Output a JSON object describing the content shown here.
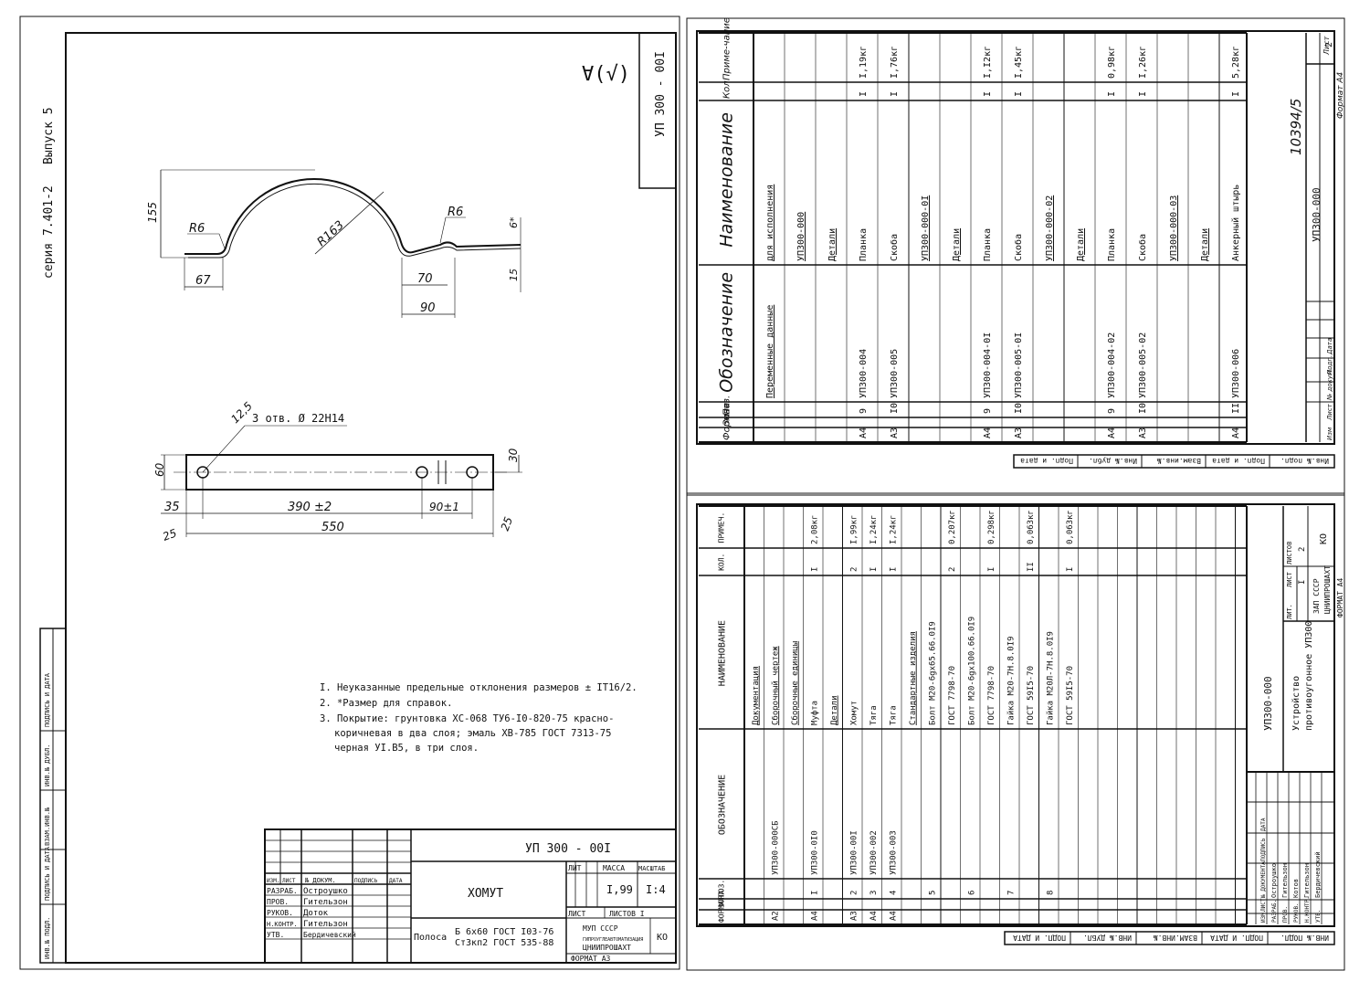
{
  "left_sheet": {
    "series": "серия 7.401-2",
    "issue": "Выпуск 5",
    "code_vertical": "УП 300 - 00I",
    "roughness_mark": "∀(√)",
    "top_view_dims": {
      "height": "155",
      "radius_left": "R6",
      "radius_big": "R163",
      "radius_right": "R6",
      "width_left": "67",
      "width_flange": "70",
      "width_90": "90",
      "gap_6": "6*",
      "gap_15": "15"
    },
    "plan_view_dims": {
      "holes_note": "3 отв. Ø 22H14",
      "offset_12_5": "12,5",
      "height_60": "60",
      "height_30": "30",
      "len_35": "35",
      "len_390": "390 ±2",
      "len_90": "90±1",
      "len_550": "550",
      "slant_25_left": "25",
      "slant_25_right": "25"
    },
    "notes": [
      "I. Неуказанные предельные отклонения размеров ± IT16/2.",
      "2. *Размер для справок.",
      "3. Покрытие: грунтовка ХС-068 ТУ6-I0-820-75 красно-",
      "коричневая в два слоя; эмаль ХВ-785 ГОСТ 7313-75",
      "черная УI.В5, в три слоя."
    ],
    "side_strip_labels": [
      "ИНВ.№ ПОДЛ.",
      "ПОДПИСЬ И ДАТА",
      "ВЗАМ.ИНВ.№",
      "ИНВ.№ ДУБЛ.",
      "ПОДПИСЬ И ДАТА"
    ],
    "title_block": {
      "designation": "УП 300 - 00I",
      "name": "ХОМУТ",
      "header_lit": "ЛИТ",
      "header_mass": "МАССА",
      "header_scale": "МАСШТАБ",
      "mass": "I,99",
      "scale": "I:4",
      "header_row": [
        "ИЗМ.",
        "ЛИСТ",
        "№ ДОКУМ.",
        "ПОДПИСЬ",
        "ДАТА"
      ],
      "roles": [
        "РАЗРАБ.",
        "ПРОВ.",
        "РУКОВ.",
        "Н.КОНТР.",
        "УТВ."
      ],
      "people": [
        "Остроушко",
        "Гительзон",
        "Доток",
        "Гительзон",
        "Бердичевский"
      ],
      "sheet_label": "ЛИСТ",
      "sheets_label": "ЛИСТОВ I",
      "material_1": "Полоса",
      "material_2": "Б 6х60 ГОСТ I03-76",
      "material_3": "Ст3кп2 ГОСТ 535-88",
      "org_1": "МУП СССР",
      "org_2": "ГИПРОУГЛЕАВТОМАТИЗАЦИЯ",
      "org_3": "ЦНИИПРОШАХТ",
      "copied": "КО",
      "format": "ФОРМАТ А3"
    }
  },
  "spec_top": {
    "headers": {
      "format": "Формат",
      "zone": "Зона",
      "pos": "Поз.",
      "designation": "Обозначение",
      "name": "Наименование",
      "qty": "Кол.",
      "note": "Приме-чание"
    },
    "rows": [
      {
        "fmt": "",
        "pos": "",
        "des": "Переменные данные",
        "name": "для исполнения",
        "qty": "",
        "note": ""
      },
      {
        "fmt": "",
        "pos": "",
        "des": "",
        "name": "УП300-000",
        "qty": "",
        "note": ""
      },
      {
        "fmt": "",
        "pos": "",
        "des": "",
        "name": "Детали",
        "qty": "",
        "note": ""
      },
      {
        "fmt": "A4",
        "pos": "9",
        "des": "УП300-004",
        "name": "Планка",
        "qty": "I",
        "note": "I,19кг"
      },
      {
        "fmt": "A3",
        "pos": "I0",
        "des": "УП300-005",
        "name": "Скоба",
        "qty": "I",
        "note": "I,76кг"
      },
      {
        "fmt": "",
        "pos": "",
        "des": "",
        "name": "УП300-000-0I",
        "qty": "",
        "note": ""
      },
      {
        "fmt": "",
        "pos": "",
        "des": "",
        "name": "Детали",
        "qty": "",
        "note": ""
      },
      {
        "fmt": "A4",
        "pos": "9",
        "des": "УП300-004-0I",
        "name": "Планка",
        "qty": "I",
        "note": "I,I2кг"
      },
      {
        "fmt": "A3",
        "pos": "I0",
        "des": "УП300-005-0I",
        "name": "Скоба",
        "qty": "I",
        "note": "I,45кг"
      },
      {
        "fmt": "",
        "pos": "",
        "des": "",
        "name": "УП300-000-02",
        "qty": "",
        "note": ""
      },
      {
        "fmt": "",
        "pos": "",
        "des": "",
        "name": "Детали",
        "qty": "",
        "note": ""
      },
      {
        "fmt": "A4",
        "pos": "9",
        "des": "УП300-004-02",
        "name": "Планка",
        "qty": "I",
        "note": "0,98кг"
      },
      {
        "fmt": "A3",
        "pos": "I0",
        "des": "УП300-005-02",
        "name": "Скоба",
        "qty": "I",
        "note": "I,26кг"
      },
      {
        "fmt": "",
        "pos": "",
        "des": "",
        "name": "УП300-000-03",
        "qty": "",
        "note": ""
      },
      {
        "fmt": "",
        "pos": "",
        "des": "",
        "name": "Детали",
        "qty": "",
        "note": ""
      },
      {
        "fmt": "A4",
        "pos": "II",
        "des": "УП300-006",
        "name": "Анкерный штырь",
        "qty": "I",
        "note": "5,28кг"
      }
    ],
    "footer_designation": "УП300-000",
    "sheet_no": "2",
    "sheet_label": "Лист",
    "inv_number": "10394/5",
    "format": "Формат А4",
    "footer_cells": [
      "Изм",
      "Лист",
      "№ докум.",
      "Подп.",
      "Дата"
    ],
    "strip": [
      "Инв.№ подл.",
      "Подп. и дата",
      "Взам.инв.№",
      "Инв.№ дубл.",
      "Подп. и дата"
    ]
  },
  "spec_bottom": {
    "headers": {
      "format": "ФОРМАТ",
      "zone": "ЗОНА",
      "pos": "ПОЗ.",
      "designation": "ОБОЗНАЧЕНИЕ",
      "name": "НАИМЕНОВАНИЕ",
      "qty": "КОЛ.",
      "note": "ПРИМЕЧ."
    },
    "rows": [
      {
        "fmt": "",
        "pos": "",
        "des": "",
        "name": "Документация",
        "qty": "",
        "note": ""
      },
      {
        "fmt": "A2",
        "pos": "",
        "des": "УП300-000СБ",
        "name": "Сборочный чертеж",
        "qty": "",
        "note": ""
      },
      {
        "fmt": "",
        "pos": "",
        "des": "",
        "name": "Сборочные единицы",
        "qty": "",
        "note": ""
      },
      {
        "fmt": "A4",
        "pos": "I",
        "des": "УП300-0I0",
        "name": "Муфта",
        "qty": "I",
        "note": "2,08кг"
      },
      {
        "fmt": "",
        "pos": "",
        "des": "",
        "name": "Детали",
        "qty": "",
        "note": ""
      },
      {
        "fmt": "A3",
        "pos": "2",
        "des": "УП300-00I",
        "name": "Хомут",
        "qty": "2",
        "note": "I,99кг"
      },
      {
        "fmt": "A4",
        "pos": "3",
        "des": "УП300-002",
        "name": "Тяга",
        "qty": "I",
        "note": "I,24кг"
      },
      {
        "fmt": "A4",
        "pos": "4",
        "des": "УП300-003",
        "name": "Тяга",
        "qty": "I",
        "note": "I,24кг"
      },
      {
        "fmt": "",
        "pos": "",
        "des": "",
        "name": "Стандартные изделия",
        "qty": "",
        "note": ""
      },
      {
        "fmt": "",
        "pos": "5",
        "des": "",
        "name": "Болт М20-6gх65.66.0I9",
        "qty": "",
        "note": ""
      },
      {
        "fmt": "",
        "pos": "",
        "des": "",
        "name": "ГОСТ 7798-70",
        "qty": "2",
        "note": "0,207кг"
      },
      {
        "fmt": "",
        "pos": "6",
        "des": "",
        "name": "Болт М20-6gх100.66.0I9",
        "qty": "",
        "note": ""
      },
      {
        "fmt": "",
        "pos": "",
        "des": "",
        "name": "ГОСТ 7798-70",
        "qty": "I",
        "note": "0,298кг"
      },
      {
        "fmt": "",
        "pos": "7",
        "des": "",
        "name": "Гайка М20-7Н.8.0I9",
        "qty": "",
        "note": ""
      },
      {
        "fmt": "",
        "pos": "",
        "des": "",
        "name": "ГОСТ 59I5-70",
        "qty": "II",
        "note": "0,063кг"
      },
      {
        "fmt": "",
        "pos": "8",
        "des": "",
        "name": "Гайка М20Л-7Н.8.0I9",
        "qty": "",
        "note": ""
      },
      {
        "fmt": "",
        "pos": "",
        "des": "",
        "name": "ГОСТ 59I5-70",
        "qty": "I",
        "note": "0,063кг"
      }
    ],
    "title": {
      "designation": "УП300-000",
      "name_1": "Устройство",
      "name_2": "противоугонное УП300",
      "lit": "ЛИТ.",
      "sheet": "ЛИСТ",
      "sheets": "ЛИСТОВ",
      "sheet_no": "I",
      "sheets_no": "2",
      "org_1": "ЗАП СССР",
      "org_2": "ЦНИИПРОШАХТ",
      "copied": "КО",
      "format": "ФОРМАТ А4",
      "header_row": [
        "ИЗМ.",
        "ЛИСТ",
        "№ ДОКУМЕНТА",
        "ПОДПИСЬ",
        "ДАТА"
      ],
      "roles": [
        "РАЗРАБ.",
        "ПРОВ.",
        "РУКОВ.",
        "Н.КОНТР.",
        "УТВ."
      ],
      "people": [
        "Остроушко",
        "Гительзон",
        "Котов",
        "Гительзон",
        "Бердичевский"
      ]
    },
    "strip": [
      "ИНВ.№ ПОДЛ.",
      "ПОДП. И ДАТА",
      "ВЗАМ.ИНВ.№",
      "ИНВ.№ ДУБЛ.",
      "ПОДП. И ДАТА"
    ]
  }
}
